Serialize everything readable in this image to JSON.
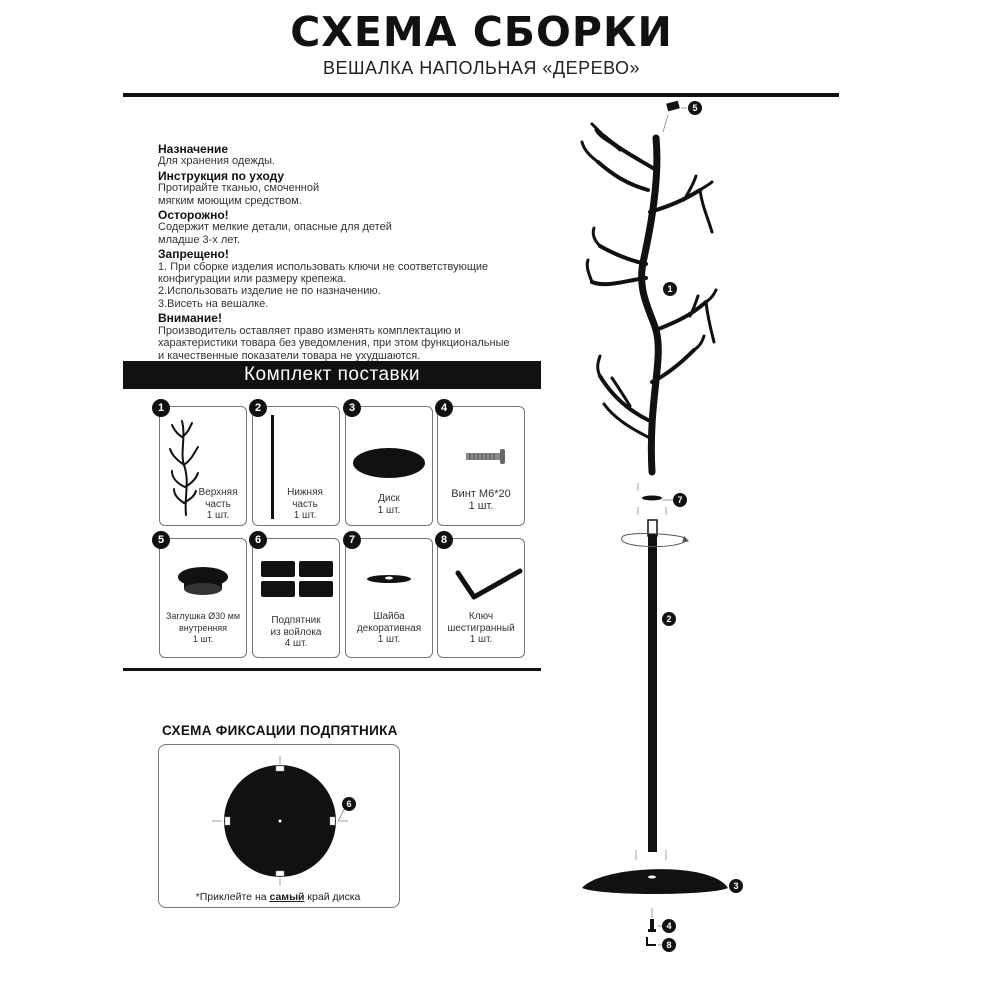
{
  "header": {
    "title": "СХЕМА СБОРКИ",
    "subtitle": "ВЕШАЛКА НАПОЛЬНАЯ «ДЕРЕВО»"
  },
  "info": {
    "purpose_heading": "Назначение",
    "purpose_text": "Для хранения одежды.",
    "care_heading": "Инструкция по уходу",
    "care_text": "Протирайте тканью, смоченной\nмягким моющим средством.",
    "caution_heading": "Осторожно!",
    "caution_text": "Содержит мелкие детали, опасные для детей\nмладше 3-х лет.",
    "forbidden_heading": "Запрещено!",
    "forbidden_text": "1. При сборке изделия использовать ключи не соответствующие\nконфигурации или размеру крепежа.\n2.Использовать изделие не по назначению.\n3.Висеть на вешалке.",
    "attention_heading": "Внимание!",
    "attention_text": "Производитель оставляет право изменять комплектацию и\nхарактеристики товара без уведомления, при этом функциональные\nи качественные показатели товара не ухудшаются."
  },
  "kit": {
    "heading": "Комплект поставки",
    "items": [
      {
        "num": "1",
        "label": "Верхняя\nчасть\n1 шт.",
        "icon": "tree-top-icon"
      },
      {
        "num": "2",
        "label": "Нижняя\nчасть\n1 шт.",
        "icon": "pole-icon"
      },
      {
        "num": "3",
        "label": "Диск\n1 шт.",
        "icon": "disc-icon"
      },
      {
        "num": "4",
        "label": "Винт М6*20\n1 шт.",
        "icon": "screw-icon"
      },
      {
        "num": "5",
        "label": "Заглушка Ø30 мм\nвнутренняя\n1 шт.",
        "icon": "plug-icon"
      },
      {
        "num": "6",
        "label": "Подпятник\nиз войлока\n4 шт.",
        "icon": "felt-pads-icon"
      },
      {
        "num": "7",
        "label": "Шайба\nдекоративная\n1 шт.",
        "icon": "washer-icon"
      },
      {
        "num": "8",
        "label": "Ключ\nшестигранный\n1 шт.",
        "icon": "hex-key-icon"
      }
    ]
  },
  "fixation": {
    "title": "СХЕМА ФИКСАЦИИ ПОДПЯТНИКА",
    "note_prefix": "*Приклейте на ",
    "note_bold": "самый",
    "note_suffix": " край диска",
    "callout": "6"
  },
  "assembly": {
    "callouts": [
      "5",
      "1",
      "7",
      "2",
      "3",
      "4",
      "8"
    ]
  }
}
